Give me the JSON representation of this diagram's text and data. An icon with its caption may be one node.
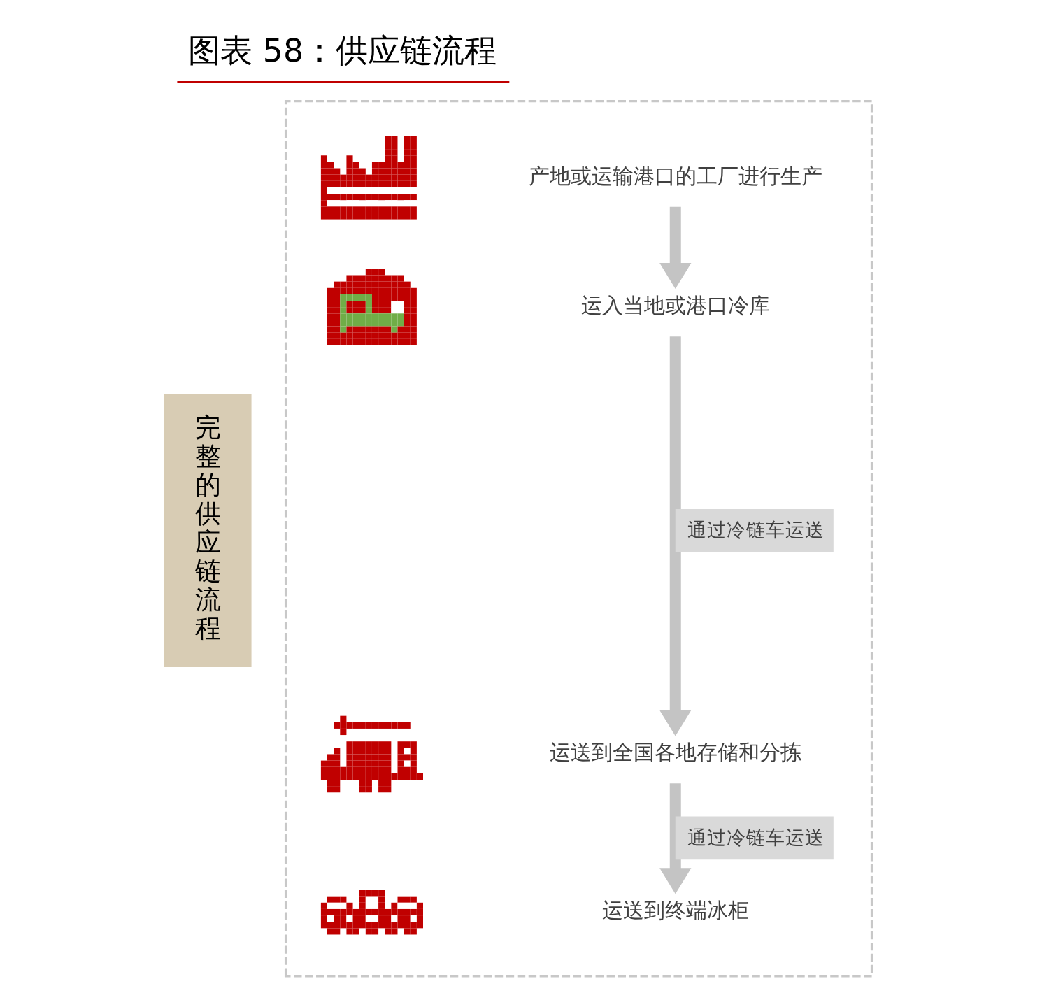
{
  "diagram": {
    "title": "图表 58：供应链流程",
    "nodes": [
      {
        "text": [
          "完整的供应链流程"
        ]
      },
      {
        "text": [],
        "shape": "box"
      },
      {
        "text": [],
        "shape": "picture",
        "in": 1
      },
      {
        "text": [
          "产地或运输港口的工厂进行生产"
        ],
        "in": 1
      },
      {
        "text": [],
        "shape": "picture",
        "in": 1
      },
      {
        "text": [
          "运入当地或港口冷库"
        ],
        "in": 1
      },
      {
        "text": [],
        "shape": "picture",
        "in": 1
      },
      {
        "text": [
          "运送到全国各地存储和分拣"
        ],
        "in": 1
      },
      {
        "text": [],
        "shape": "picture",
        "in": 1
      },
      {
        "text": [
          "运送到终端冰柜"
        ],
        "in": 1
      }
    ],
    "edges": [
      {
        "from": 3,
        "to": 5,
        "arrow": "to"
      },
      {
        "from": 5,
        "to": 7,
        "arrow": "to",
        "label": "通过冷链车运送"
      },
      {
        "from": 7,
        "to": 9,
        "arrow": "to",
        "label": "通过冷链车运送"
      }
    ]
  }
}
